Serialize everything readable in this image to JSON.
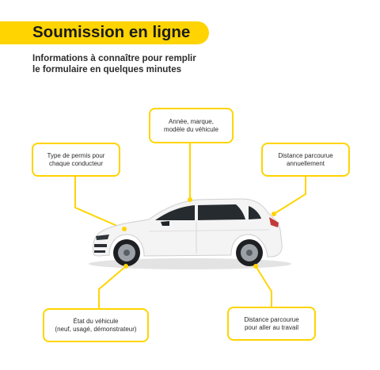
{
  "header": {
    "title": "Soumission en ligne",
    "subtitle_lines": [
      "Informations à connaître pour remplir",
      "le formulaire en quelques minutes"
    ]
  },
  "callouts": {
    "vehicle_model": [
      "Année, marque,",
      "modèle du véhicule"
    ],
    "license_type": [
      "Type de permis pour",
      "chaque conducteur"
    ],
    "annual_distance": [
      "Distance parcourue",
      "annuellement"
    ],
    "vehicle_condition": [
      "État du véhicule",
      "(neuf, usagé, démonstrateur)"
    ],
    "work_distance": [
      "Distance parcourue",
      "pour aller au travail"
    ]
  },
  "colors": {
    "accent": "#ffd400",
    "car_body": "#f4f4f4",
    "text": "#2a2a2a"
  }
}
